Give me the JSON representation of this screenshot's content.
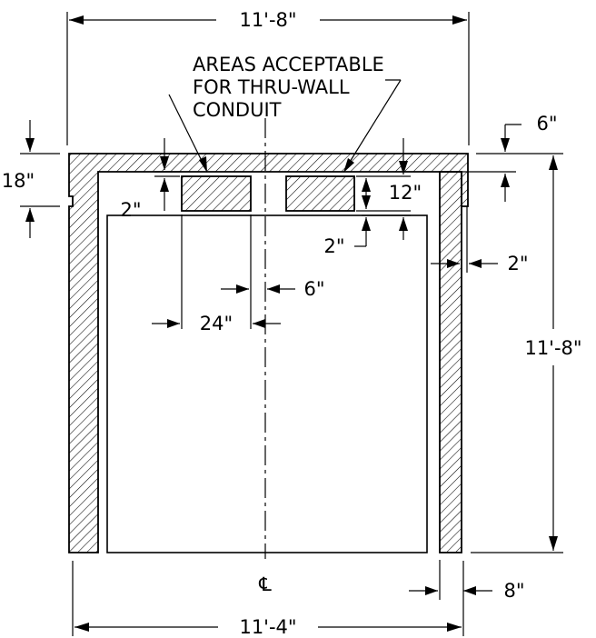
{
  "dimensions": {
    "top_width": "11'-8\"",
    "bottom_width": "11'-4\"",
    "right_height": "11'-8\"",
    "top_slab": "18\"",
    "slab_step": "6\"",
    "conduit_gap_top": "2\"",
    "conduit_height": "12\"",
    "conduit_gap_bottom": "2\"",
    "wall_step_right": "2\"",
    "cl_offset": "6\"",
    "conduit_width": "24\"",
    "wall_thickness": "8\""
  },
  "note": {
    "line1": "AREAS ACCEPTABLE",
    "line2": "FOR THRU-WALL",
    "line3": "CONDUIT"
  },
  "centerline_symbol": "℄"
}
